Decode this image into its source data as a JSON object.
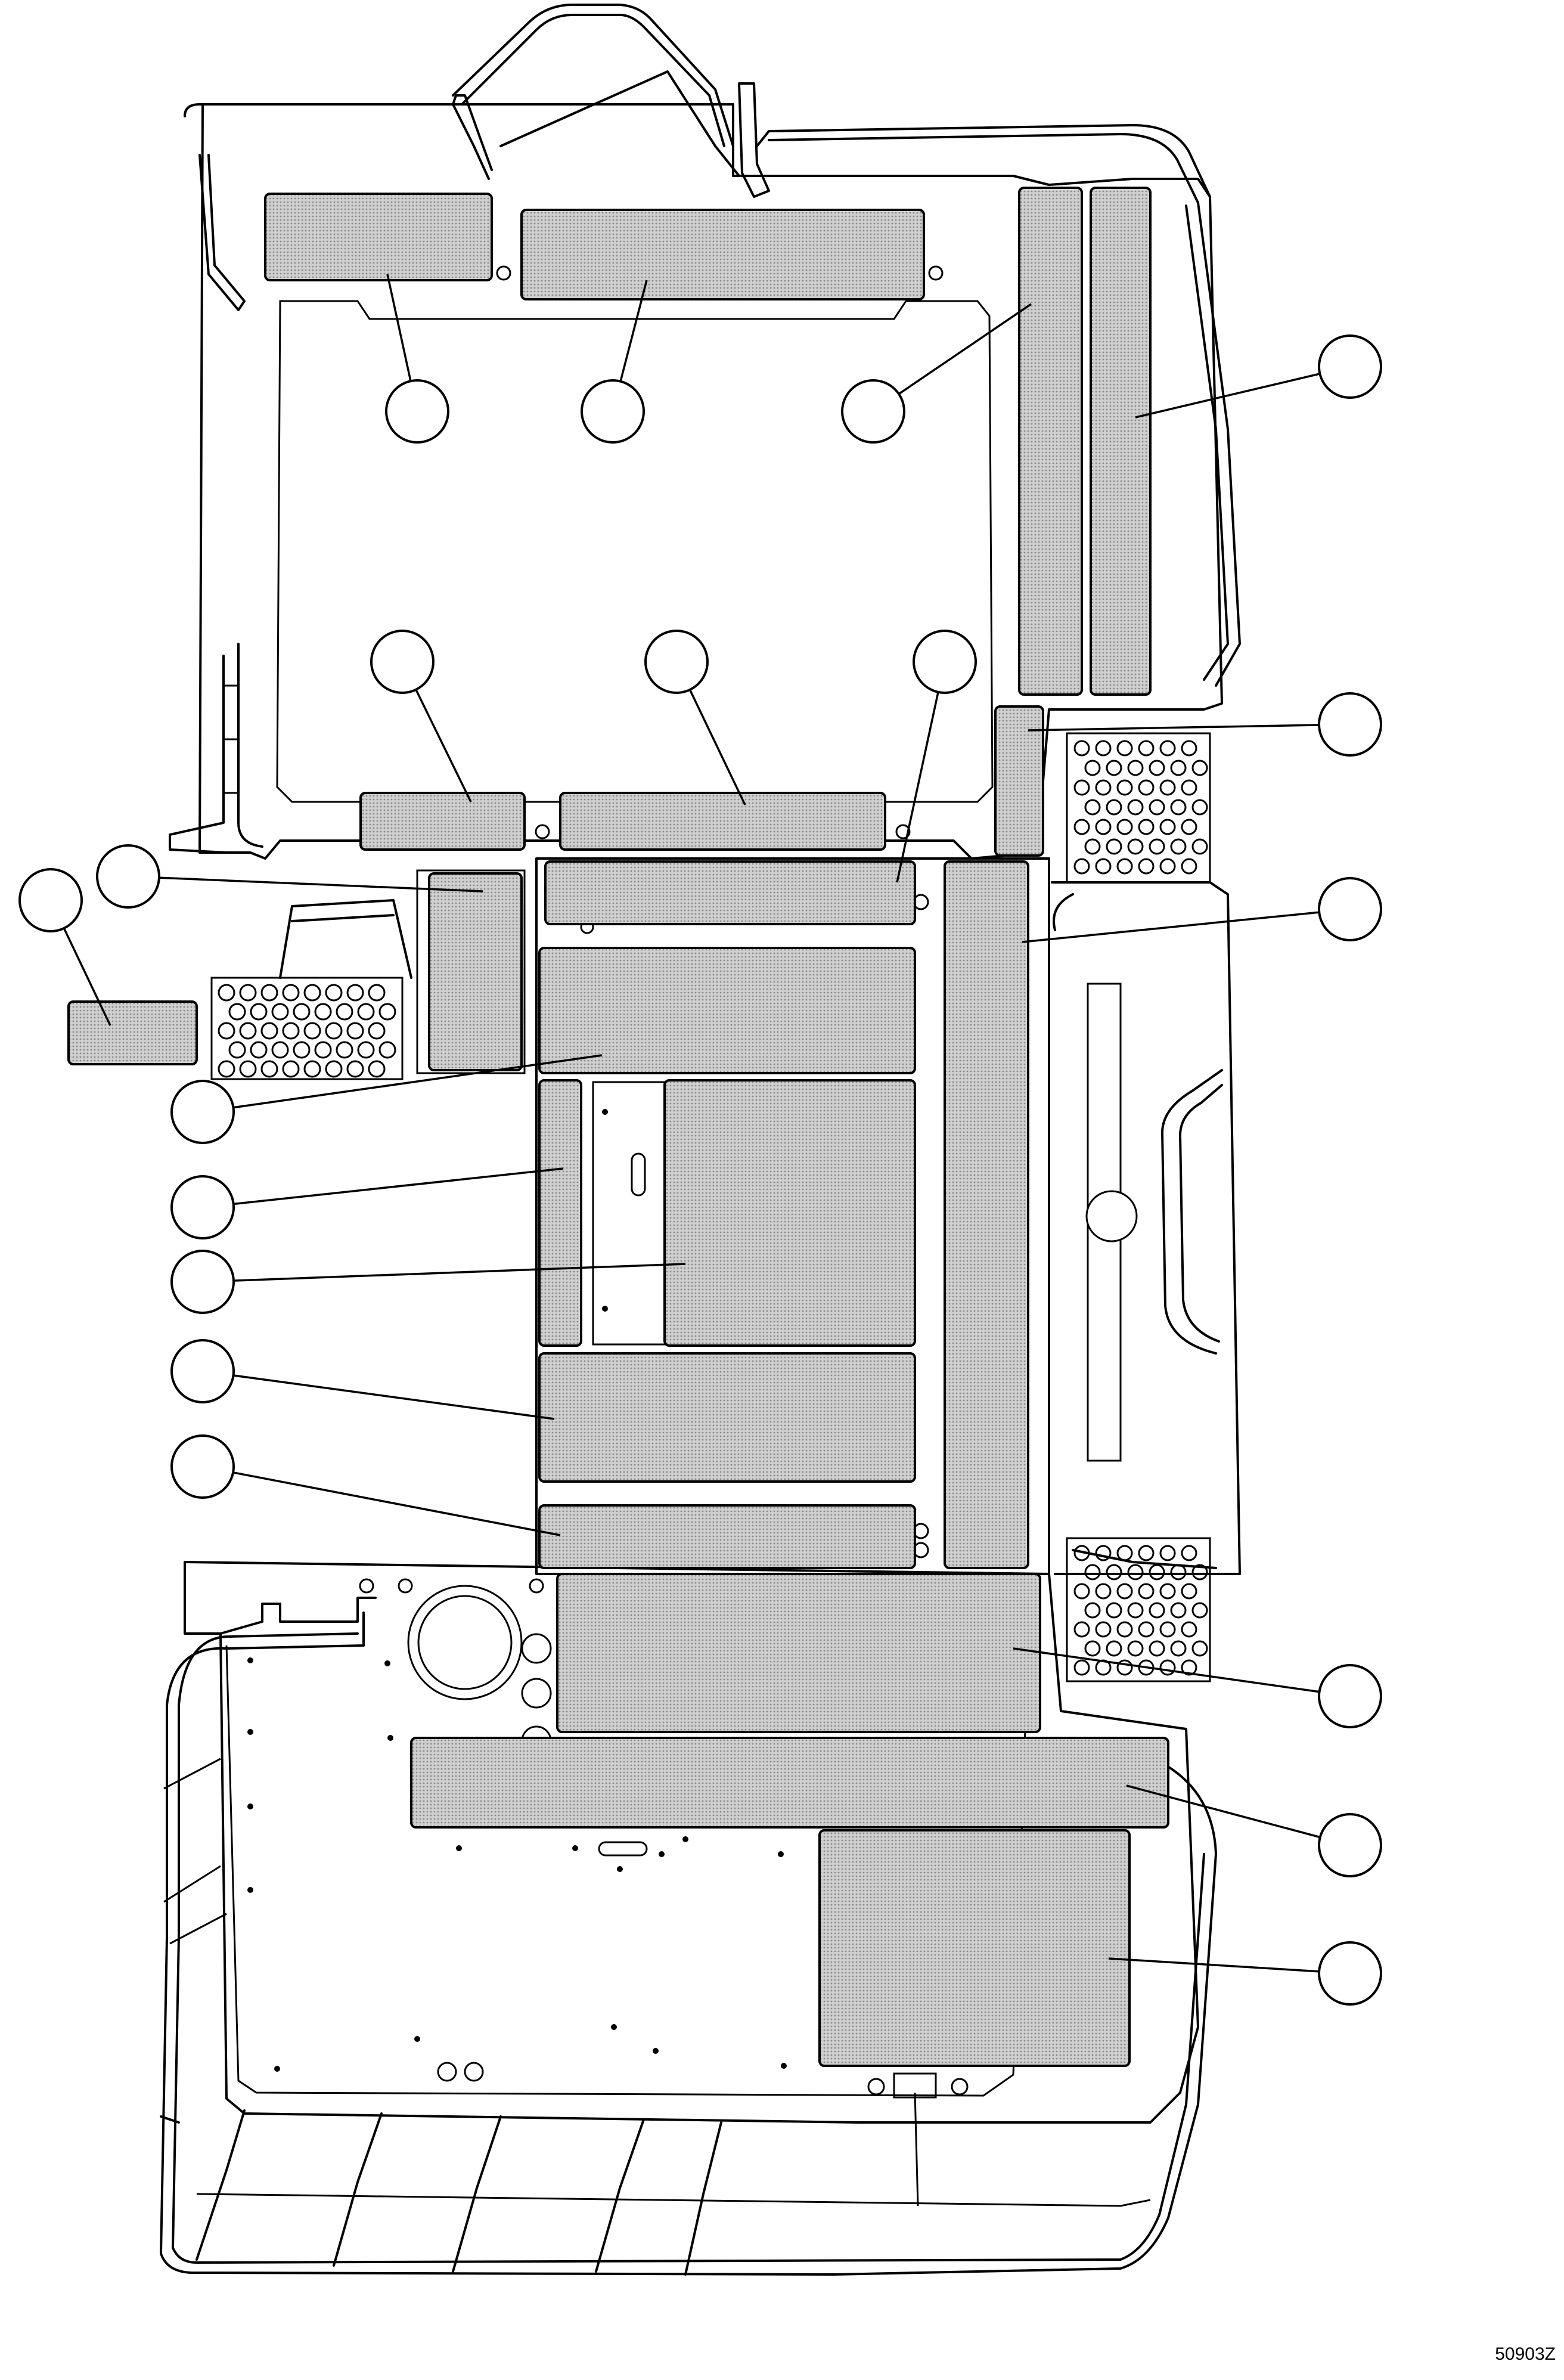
{
  "figure": {
    "code": "50903Z",
    "pad_fill": "#c8c8c8",
    "line_color": "#000000",
    "background": "#ffffff"
  },
  "callouts": [
    {
      "id": "c01"
    },
    {
      "id": "c02"
    },
    {
      "id": "c03"
    },
    {
      "id": "c04"
    },
    {
      "id": "c05"
    },
    {
      "id": "c06"
    },
    {
      "id": "c07"
    },
    {
      "id": "c08"
    },
    {
      "id": "c09"
    },
    {
      "id": "c10"
    },
    {
      "id": "c11"
    },
    {
      "id": "c12"
    },
    {
      "id": "c13"
    },
    {
      "id": "c14"
    },
    {
      "id": "c15"
    },
    {
      "id": "c16"
    },
    {
      "id": "c17"
    },
    {
      "id": "c18"
    },
    {
      "id": "c19"
    },
    {
      "id": "c20"
    }
  ]
}
